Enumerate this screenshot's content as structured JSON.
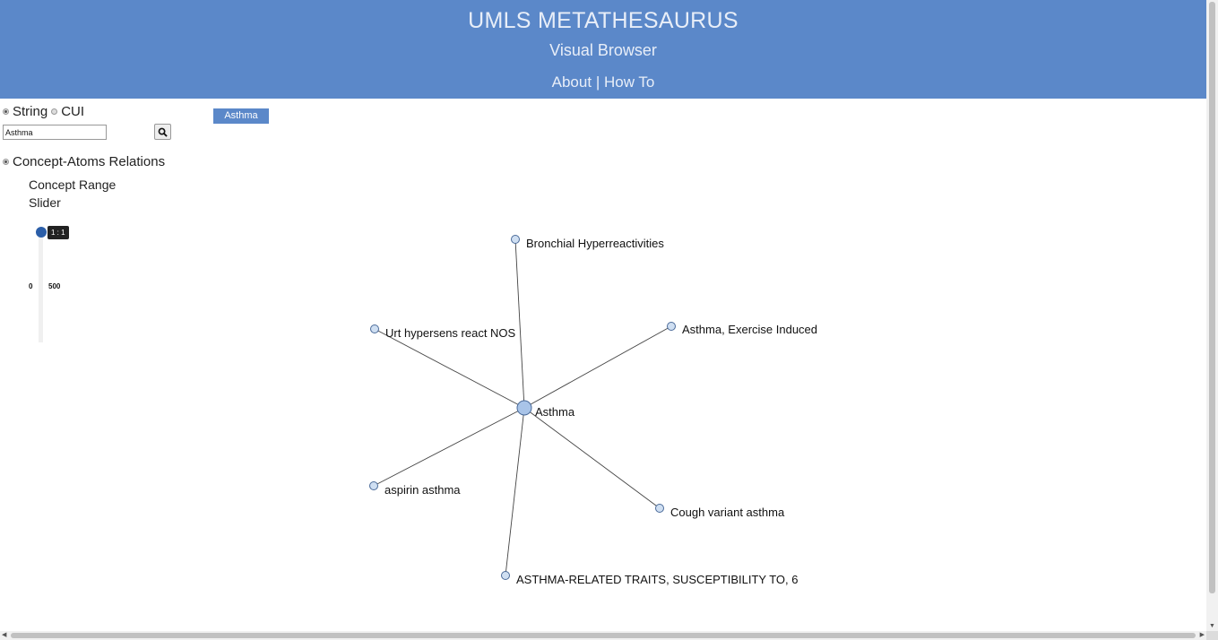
{
  "header": {
    "title": "UMLS METATHESAURUS",
    "subtitle": "Visual Browser",
    "nav_about": "About",
    "nav_separator": "|",
    "nav_howto": "How To"
  },
  "sidebar": {
    "mode_string": "String",
    "mode_cui": "CUI",
    "mode_selected": "String",
    "search_value": "Asthma",
    "relation_label": "Concept-Atoms Relations",
    "range_label_1": "Concept Range",
    "range_label_2": "Slider",
    "slider": {
      "tooltip": "1 : 1",
      "min_label": "0",
      "max_label": "500",
      "min": 0,
      "max": 500,
      "value": 1
    }
  },
  "breadcrumb": {
    "label": "Asthma"
  },
  "graph": {
    "center": "Asthma",
    "nodes": [
      "Bronchial Hyperreactivities",
      "Asthma, Exercise Induced",
      "Urt hypersens react NOS",
      "aspirin asthma",
      "Cough variant asthma",
      "ASTHMA-RELATED TRAITS, SUSCEPTIBILITY TO, 6"
    ]
  },
  "colors": {
    "header_bg": "#5b88c9",
    "node_fill": "#a9c4e8",
    "node_stroke": "#4a6a99",
    "edge": "#444444"
  }
}
